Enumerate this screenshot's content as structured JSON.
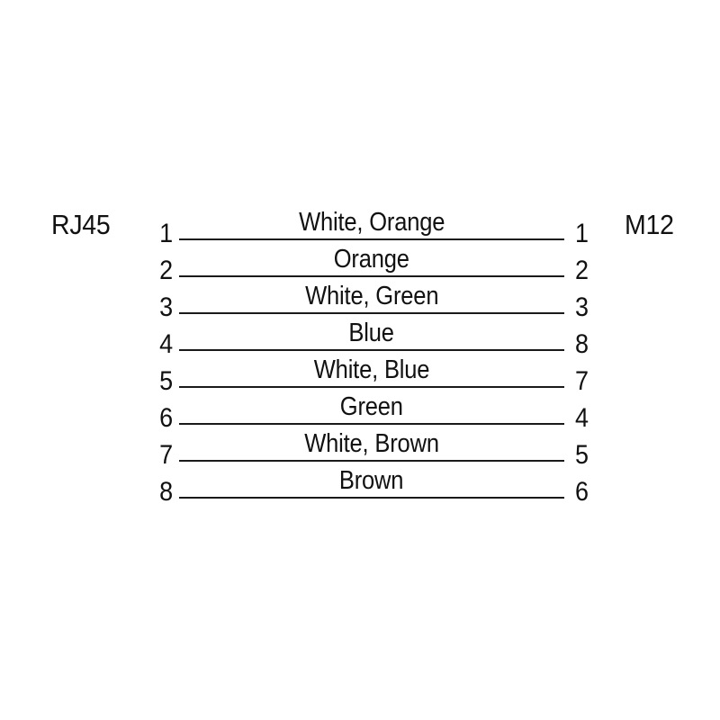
{
  "diagram": {
    "type": "pin-assignment-wiring-diagram",
    "left_connector": {
      "name": "RJ45"
    },
    "right_connector": {
      "name": "M12"
    },
    "background_color": "#ffffff",
    "line_color": "#1a1a1a",
    "text_color": "#111111",
    "rows": [
      {
        "left_pin": "1",
        "wire": "White, Orange",
        "right_pin": "1"
      },
      {
        "left_pin": "2",
        "wire": "Orange",
        "right_pin": "2"
      },
      {
        "left_pin": "3",
        "wire": "White, Green",
        "right_pin": "3"
      },
      {
        "left_pin": "4",
        "wire": "Blue",
        "right_pin": "8"
      },
      {
        "left_pin": "5",
        "wire": "White, Blue",
        "right_pin": "7"
      },
      {
        "left_pin": "6",
        "wire": "Green",
        "right_pin": "4"
      },
      {
        "left_pin": "7",
        "wire": "White, Brown",
        "right_pin": "5"
      },
      {
        "left_pin": "8",
        "wire": "Brown",
        "right_pin": "6"
      }
    ]
  }
}
